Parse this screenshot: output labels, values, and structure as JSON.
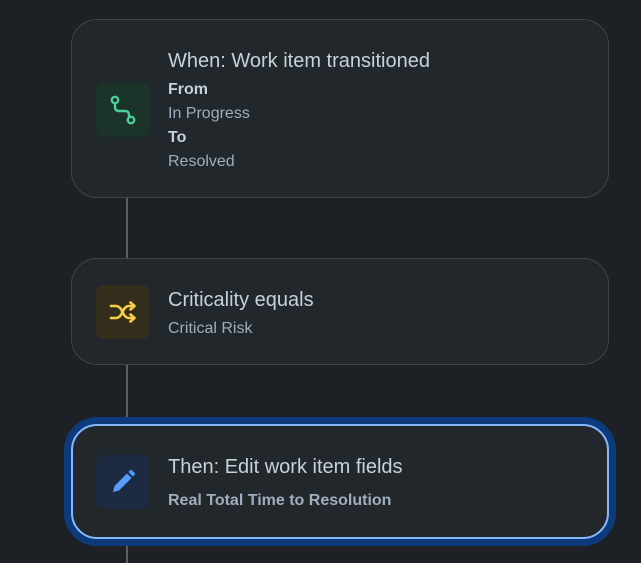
{
  "trigger": {
    "title": "When: Work item transitioned",
    "from_label": "From",
    "from_value": "In Progress",
    "to_label": "To",
    "to_value": "Resolved",
    "icon": "transition-icon",
    "accent": "#4bce97"
  },
  "condition": {
    "title": "Criticality equals",
    "value": "Critical Risk",
    "icon": "shuffle-icon",
    "accent": "#f5cd47"
  },
  "action": {
    "title": "Then: Edit work item fields",
    "field": "Real Total Time to Resolution",
    "icon": "pencil-icon",
    "accent": "#579dff"
  }
}
